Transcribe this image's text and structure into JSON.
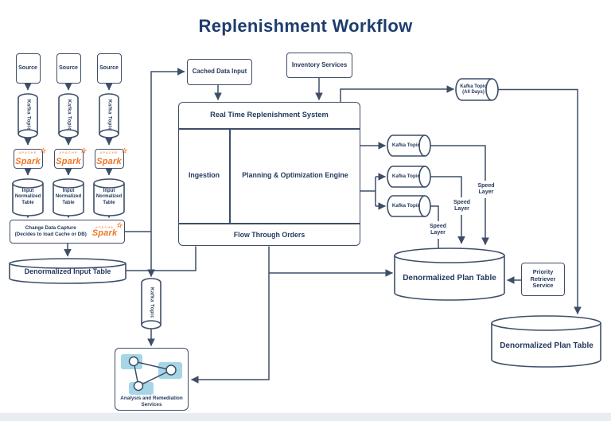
{
  "title": "Replenishment Workflow",
  "colors": {
    "line": "#3e4e68",
    "text": "#24395e",
    "title": "#1e3d6e",
    "spark_orange": "#ee7623",
    "network_blue": "#a6d6e6"
  },
  "spark": {
    "word": "Spark",
    "apache": "APACHE",
    "star": "☆"
  },
  "source_columns": [
    {
      "source": "Source",
      "kafka": "Kafka Topic",
      "table_lines": [
        "Input",
        "Normalized",
        "Table"
      ]
    },
    {
      "source": "Source",
      "kafka": "Kafka Topic",
      "table_lines": [
        "Input",
        "Normalized",
        "Table"
      ]
    },
    {
      "source": "Source",
      "kafka": "Kafka Topic",
      "table_lines": [
        "Input",
        "Normalized",
        "Table"
      ]
    }
  ],
  "cdc": {
    "line1": "Change Data Capture",
    "line2": "(Decides to load Cache or DB)"
  },
  "denormalized_input_table": "Denormalized Input Table",
  "cached_data_input": "Cached Data Input",
  "inventory_services": "Inventory Services",
  "system": {
    "header": "Real Time Replenishment System",
    "ingestion": "Ingestion",
    "planning": "Planning & Optimization Engine",
    "flow_through": "Flow Through Orders"
  },
  "kafka_all_days": {
    "line1": "Kafka Topic",
    "line2": "(All Days)"
  },
  "kafka_topics_right": [
    "Kafka Topic",
    "Kafka Topic",
    "Kafka Topic"
  ],
  "speed_layers": [
    {
      "line1": "Speed",
      "line2": "Layer"
    },
    {
      "line1": "Speed",
      "line2": "Layer"
    },
    {
      "line1": "Speed",
      "line2": "Layer"
    }
  ],
  "central_kafka": "Kafka Topic",
  "analysis": {
    "line1": "Analysis and Remediation",
    "line2": "Services"
  },
  "plan_tables": [
    "Denormalized Plan Table",
    "Denormalized Plan Table"
  ],
  "priority_service": {
    "line1": "Priority",
    "line2": "Retriever",
    "line3": "Service"
  }
}
